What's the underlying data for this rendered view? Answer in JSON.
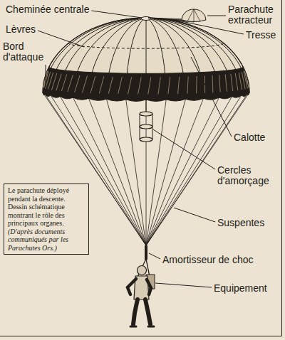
{
  "diagram": {
    "nodes": [
      {
        "text": [
          "Le parachute déployé pendant la descente. Dessin schématique montrant le rôle des principaux organes.",
          "(D'après documents communiqués par les Parachutes Ors.)"
        ]
      }
    ],
    "labels": [
      "Cheminée centrale",
      "Parachute extracteur",
      "Lèvres",
      "Tresse",
      "Bord d'attaque",
      "Calotte",
      "Cercles d'amorçage",
      "Suspentes",
      "Amortisseur de choc",
      "Equipement"
    ]
  }
}
